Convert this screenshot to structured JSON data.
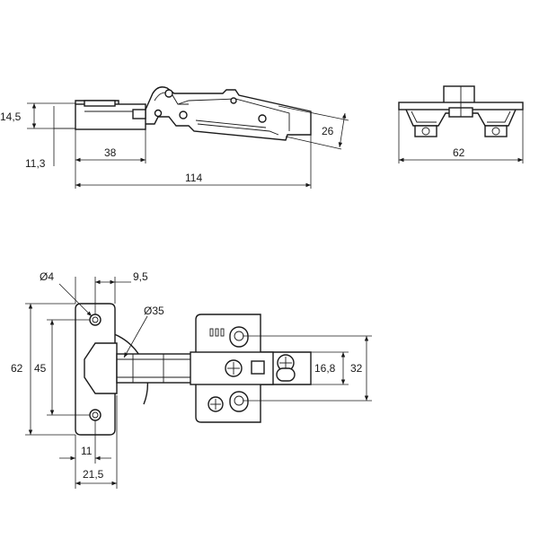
{
  "side_view": {
    "dim_height_top": "14,5",
    "dim_offset": "11,3",
    "dim_cup_offset": "38",
    "dim_total_length": "114",
    "dim_arm_height": "26"
  },
  "end_view": {
    "dim_width": "62"
  },
  "plan_view": {
    "dim_hole_dia": "Ø4",
    "dim_hole_offset": "9,5",
    "dim_cup_dia": "Ø35",
    "dim_plate_height": "62",
    "dim_hole_spacing": "45",
    "dim_edge_11": "11",
    "dim_edge_21_5": "21,5",
    "dim_mount_16_8": "16,8",
    "dim_mount_32": "32"
  }
}
